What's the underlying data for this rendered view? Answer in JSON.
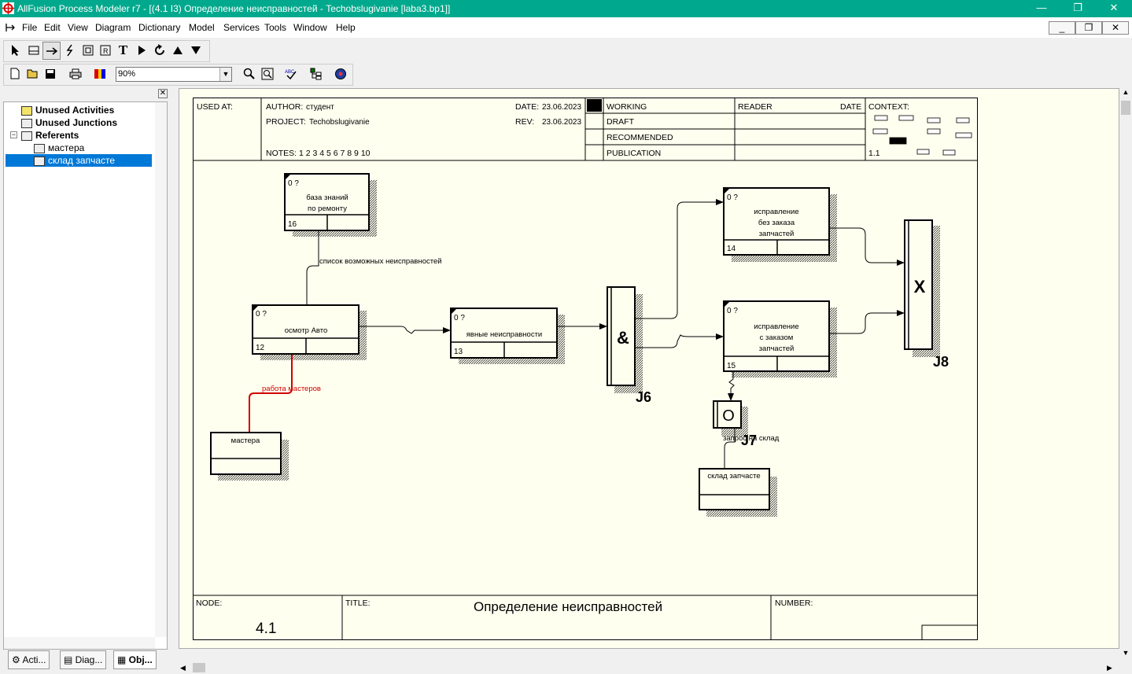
{
  "window": {
    "title": "AllFusion Process Modeler r7 - [(4.1 I3) Определение неисправностей - Techobslugivanie  [laba3.bp1]]",
    "minimize": "—",
    "maximize": "❐",
    "close": "✕"
  },
  "menu": {
    "items": [
      "File",
      "Edit",
      "View",
      "Diagram",
      "Dictionary",
      "Model",
      "Services",
      "Tools",
      "Window",
      "Help"
    ],
    "mdi_min": "_",
    "mdi_restore": "❐",
    "mdi_close": "✕"
  },
  "toolbar": {
    "zoom_value": "90%"
  },
  "tree": {
    "items": [
      {
        "label": "Unused Activities",
        "bold": true
      },
      {
        "label": "Unused Junctions",
        "bold": true
      },
      {
        "label": "Referents",
        "bold": true
      },
      {
        "label": "мастера",
        "bold": false
      },
      {
        "label": "склад запчасте",
        "bold": false,
        "selected": true
      }
    ],
    "expander": "−"
  },
  "tabs": [
    "Acti...",
    "Diag...",
    "Obj..."
  ],
  "header": {
    "used_at": "USED AT:",
    "author_label": "AUTHOR:",
    "author": "студент",
    "project_label": "PROJECT:",
    "project": "Techobslugivanie",
    "date_label": "DATE:",
    "date": "23.06.2023",
    "rev_label": "REV:",
    "rev": "23.06.2023",
    "notes": "NOTES:  1  2  3  4  5  6  7  8  9  10",
    "status": [
      "WORKING",
      "DRAFT",
      "RECOMMENDED",
      "PUBLICATION"
    ],
    "reader": "READER",
    "date2": "DATE",
    "context": "CONTEXT:",
    "context_node": "1.1"
  },
  "footer": {
    "node_label": "NODE:",
    "node": "4.1",
    "title_label": "TITLE:",
    "title": "Определение неисправностей",
    "number_label": "NUMBER:"
  },
  "boxes": {
    "b16": {
      "cost": "0 ?",
      "line1": "база знаний",
      "line2": "по ремонту",
      "line3": "",
      "num": "16"
    },
    "b12": {
      "cost": "0 ?",
      "line1": "осмотр Авто",
      "line2": "",
      "line3": "",
      "num": "12"
    },
    "b13": {
      "cost": "0 ?",
      "line1": "явные неисправности",
      "line2": "",
      "line3": "",
      "num": "13"
    },
    "b14": {
      "cost": "0 ?",
      "line1": "исправление",
      "line2": "без заказа",
      "line3": "запчастей",
      "num": "14"
    },
    "b15": {
      "cost": "0 ?",
      "line1": "исправление",
      "line2": "с заказом",
      "line3": "запчастей",
      "num": "15"
    }
  },
  "referents": {
    "masters": "мастера",
    "stock": "склад запчасте"
  },
  "arrows": {
    "list": "список возможных неисправностей",
    "work": "работа мастеров",
    "request": "запрос на склад"
  },
  "junctions": {
    "j6": {
      "symbol": "&",
      "label": "J6"
    },
    "j7": {
      "symbol": "O",
      "label": "J7"
    },
    "j8": {
      "symbol": "X",
      "label": "J8"
    }
  }
}
